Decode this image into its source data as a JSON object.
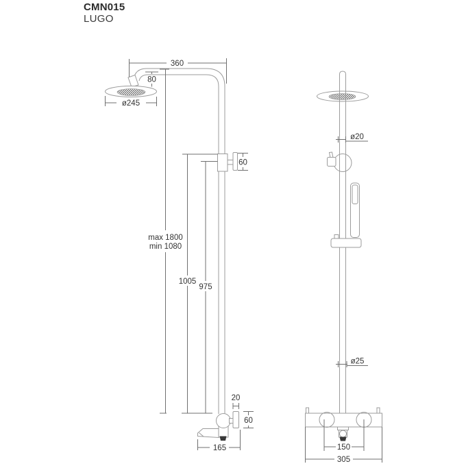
{
  "header": {
    "model": "CMN015",
    "name": "LUGO"
  },
  "drawing": {
    "side_view": {
      "dims": {
        "arm_reach": "360",
        "head_offset": "80",
        "head_diameter": "ø245",
        "slider_knob_height": "60",
        "height_max": "max 1800",
        "height_min": "min 1080",
        "upper_pipe_length": "1005",
        "knob_position": "975",
        "knob_thickness": "20",
        "valve_knob_height": "60",
        "spout_depth": "165"
      }
    },
    "front_view": {
      "dims": {
        "pipe_diameter_upper": "ø20",
        "pipe_diameter_lower": "ø25",
        "inlet_spacing": "150",
        "valve_width": "305"
      }
    },
    "colors": {
      "part_line": "#9b9b9b",
      "dimension_line": "#6f6f6f",
      "label_text": "#333333",
      "spout_tip": "#383838"
    }
  }
}
